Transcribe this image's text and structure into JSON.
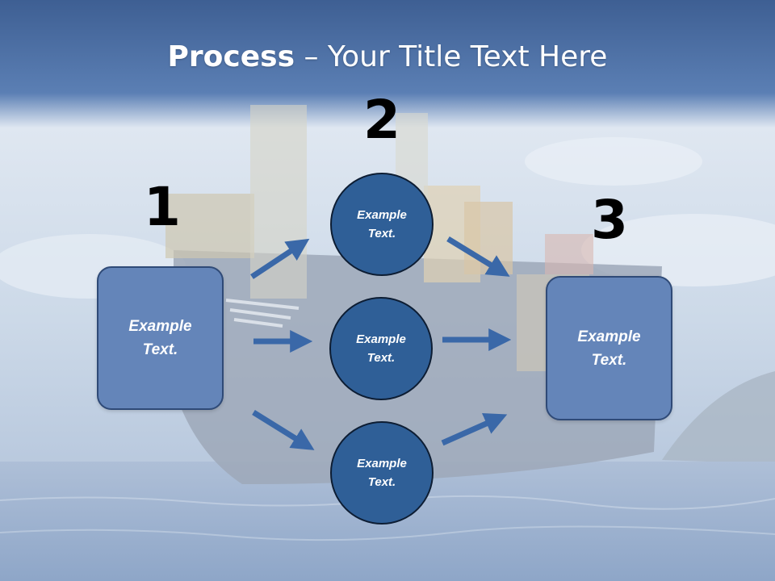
{
  "slide": {
    "title_bold": "Process",
    "title_rest": " – Your Title Text Here"
  },
  "steps": {
    "one": "1",
    "two": "2",
    "three": "3"
  },
  "boxes": {
    "left": {
      "line1": "Example",
      "line2": "Text."
    },
    "right": {
      "line1": "Example",
      "line2": "Text."
    }
  },
  "circles": {
    "top": {
      "line1": "Example",
      "line2": "Text."
    },
    "middle": {
      "line1": "Example",
      "line2": "Text."
    },
    "bottom": {
      "line1": "Example",
      "line2": "Text."
    }
  },
  "colors": {
    "box_fill": "#6485b9",
    "circle_fill": "#2f5f97",
    "arrow": "#3a68a8",
    "header_band": "#4a6fa4"
  }
}
